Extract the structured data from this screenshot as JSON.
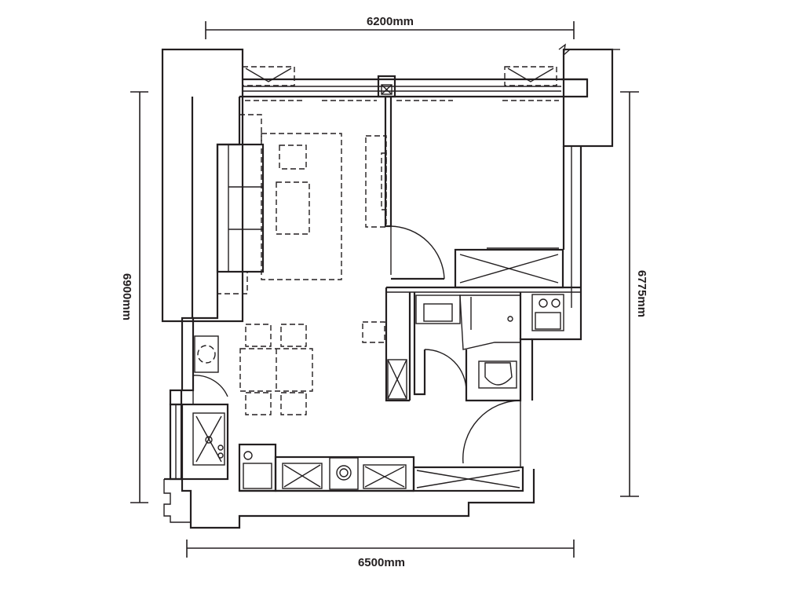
{
  "dimensions": {
    "top": "6200mm",
    "bottom": "6500mm",
    "left": "6900mm",
    "right": "6775mm"
  },
  "colors": {
    "line": "#231f20",
    "background": "#ffffff"
  }
}
